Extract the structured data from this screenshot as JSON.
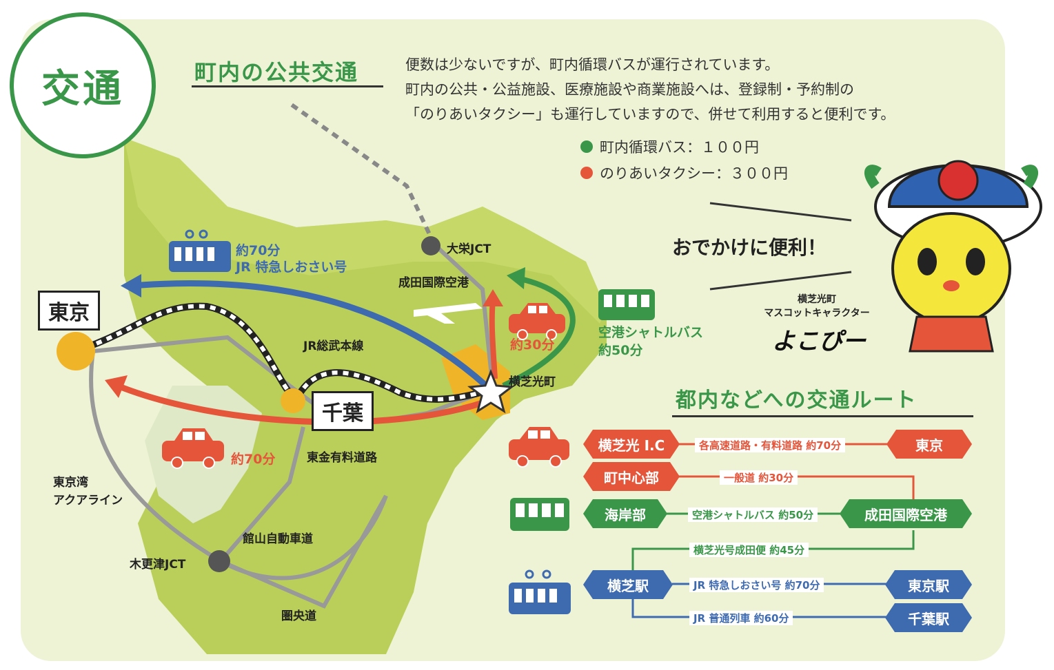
{
  "section_badge": "交通",
  "public_transport": {
    "heading": "町内の公共交通",
    "intro_lines": [
      "便数は少ないですが、町内循環バスが運行されています。",
      "町内の公共・公益施設、医療施設や商業施設へは、登録制・予約制の",
      "「のりあいタクシー」も運行していますので、併せて利用すると便利です。"
    ],
    "fares": [
      {
        "label": "町内循環バス：１００円",
        "color": "#3a9648"
      },
      {
        "label": "のりあいタクシー：３００円",
        "color": "#e4553a"
      }
    ]
  },
  "mascot": {
    "speech": "おでかけに便利！",
    "caption_line1": "横芝光町",
    "caption_line2": "マスコットキャラクター",
    "name": "よこぴー"
  },
  "map": {
    "places": {
      "tokyo": "東京",
      "chiba": "千葉",
      "yokoshibahikari": "横芝光町",
      "narita_airport": "成田国際空港",
      "taiei_jct": "大栄JCT",
      "kisarazu_jct": "木更津JCT"
    },
    "roads": {
      "sobu_line": "JR総武本線",
      "togane_toll": "東金有料道路",
      "aqua_line_1": "東京湾",
      "aqua_line_2": "アクアライン",
      "tateyama": "館山自動車道",
      "ken_o": "圏央道"
    },
    "routes": {
      "train_time": "約70分",
      "train_name": "JR 特急しおさい号",
      "car_tokyo": "約70分",
      "car_narita": "約30分",
      "bus_line1": "空港シャトルバス",
      "bus_line2": "約50分"
    },
    "colors": {
      "train": "#3e6ab0",
      "car": "#e4553a",
      "bus": "#3a9648"
    }
  },
  "routes_table": {
    "heading": "都内などへの交通ルート",
    "car_rows": {
      "ic": "横芝光 I.C",
      "ic_mid": "各高速道路・有料道路 約70分",
      "tokyo": "東京",
      "center": "町中心部",
      "center_mid": "一般道 約30分"
    },
    "bus_rows": {
      "coast": "海岸部",
      "coast_mid": "空港シャトルバス 約50分",
      "narita": "成田国際空港",
      "narita_bin": "横芝光号成田便 約45分"
    },
    "train_rows": {
      "station": "横芝駅",
      "limited": "JR 特急しおさい号 約70分",
      "tokyo_st": "東京駅",
      "local": "JR 普通列車 約60分",
      "chiba_st": "千葉駅"
    }
  }
}
